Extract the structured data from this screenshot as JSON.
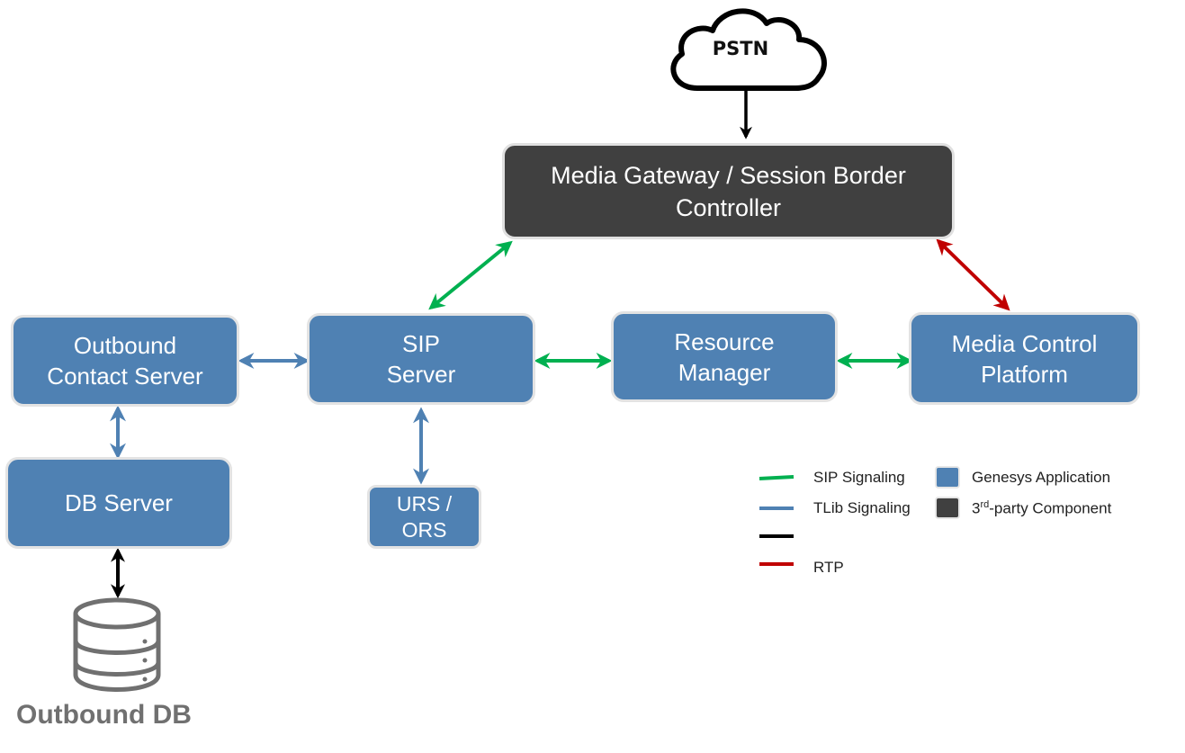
{
  "diagram": {
    "cloud": {
      "label": "PSTN"
    },
    "nodes": {
      "media_gateway": {
        "label": "Media Gateway / Session Border\nController",
        "kind": "3rd-party"
      },
      "sip_server": {
        "label": "SIP\nServer",
        "kind": "genesys"
      },
      "resource_manager": {
        "label": "Resource\nManager",
        "kind": "genesys"
      },
      "media_control_platform": {
        "label": "Media Control\nPlatform",
        "kind": "genesys"
      },
      "outbound_contact_server": {
        "label": "Outbound\nContact Server",
        "kind": "genesys"
      },
      "db_server": {
        "label": "DB Server",
        "kind": "genesys"
      },
      "urs_ors": {
        "label": "URS /\nORS",
        "kind": "genesys"
      }
    },
    "database": {
      "label": "Outbound DB"
    },
    "connections": [
      {
        "from": "PSTN",
        "to": "Media Gateway / Session Border Controller",
        "type": "black",
        "direction": "one-way"
      },
      {
        "from": "SIP Server",
        "to": "Media Gateway / Session Border Controller",
        "type": "SIP Signaling",
        "direction": "two-way"
      },
      {
        "from": "Media Gateway / Session Border Controller",
        "to": "Media Control Platform",
        "type": "RTP",
        "direction": "two-way"
      },
      {
        "from": "Outbound Contact Server",
        "to": "SIP Server",
        "type": "TLib Signaling",
        "direction": "two-way"
      },
      {
        "from": "SIP Server",
        "to": "Resource Manager",
        "type": "SIP Signaling",
        "direction": "two-way"
      },
      {
        "from": "Resource Manager",
        "to": "Media Control Platform",
        "type": "SIP Signaling",
        "direction": "two-way"
      },
      {
        "from": "Outbound Contact Server",
        "to": "DB Server",
        "type": "TLib Signaling",
        "direction": "two-way"
      },
      {
        "from": "SIP Server",
        "to": "URS / ORS",
        "type": "TLib Signaling",
        "direction": "two-way"
      },
      {
        "from": "DB Server",
        "to": "Outbound DB",
        "type": "black",
        "direction": "two-way"
      }
    ]
  },
  "legend": {
    "lines": [
      {
        "label": "SIP Signaling",
        "color": "#00b050"
      },
      {
        "label": "TLib Signaling",
        "color": "#4f81b3"
      },
      {
        "label": "",
        "color": "#000000"
      },
      {
        "label": "RTP",
        "color": "#c00000"
      }
    ],
    "boxes": [
      {
        "label": "Genesys Application",
        "color": "#4f81b3"
      },
      {
        "label_main": "3",
        "label_sup": "rd",
        "label_rest": "-party Component",
        "color": "#404040"
      }
    ]
  },
  "colors": {
    "genesys": "#4f81b3",
    "third_party": "#404040",
    "sip": "#00b050",
    "tlib": "#4f81b3",
    "rtp": "#c00000",
    "db_gray": "#707070"
  }
}
